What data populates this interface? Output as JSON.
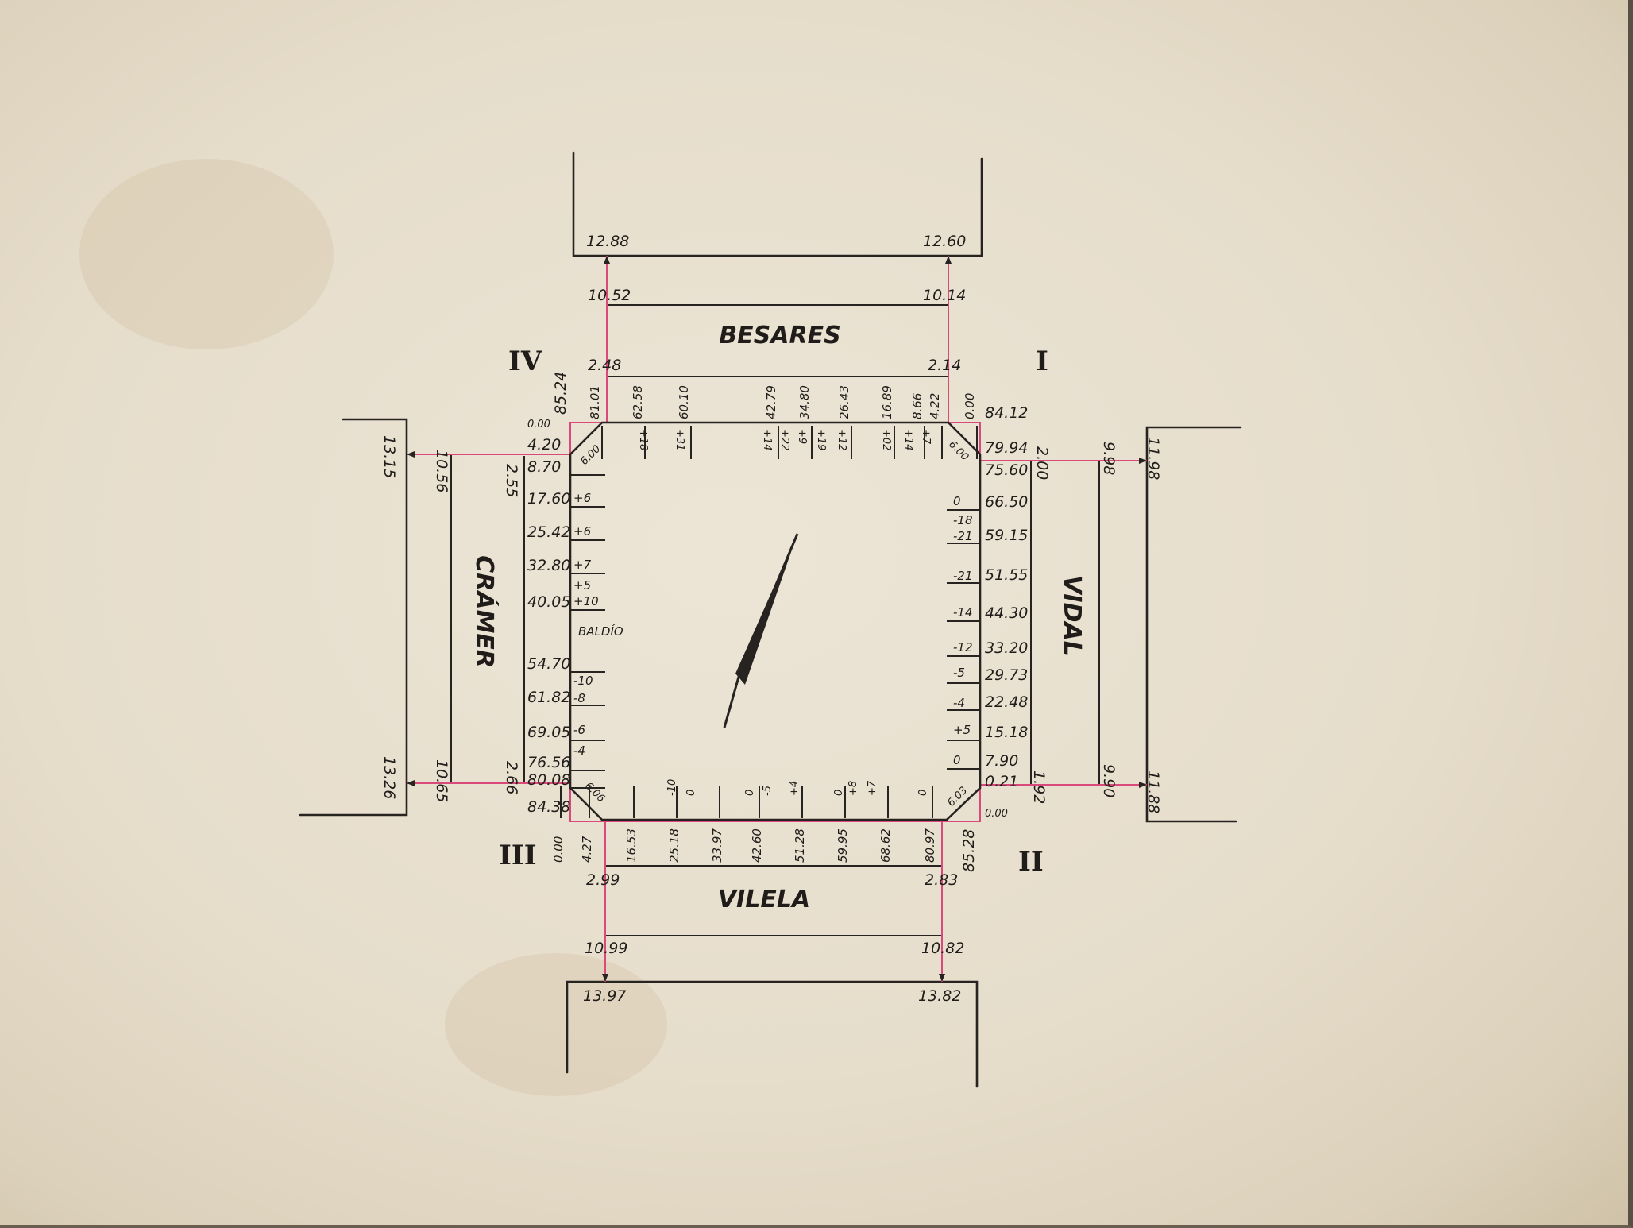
{
  "streets": {
    "top": "BESARES",
    "bottom": "VILELA",
    "left": "CRÁMER",
    "right": "VIDAL"
  },
  "quadrants": {
    "i": "I",
    "ii": "II",
    "iii": "III",
    "iv": "IV"
  },
  "lot_note": "BALDÍO",
  "corners": {
    "tl": "85.24",
    "tr": "84.12",
    "bl": "84.38",
    "br": "85.28"
  },
  "top": {
    "left": [
      "12.88",
      "10.52",
      "2.48"
    ],
    "right": [
      "12.60",
      "10.14",
      "2.14"
    ],
    "measures": [
      "81.01",
      "62.58",
      "60.10",
      "42.79",
      "34.80",
      "26.43",
      "16.89",
      "8.66",
      "4.22",
      "0.00"
    ],
    "levels": [
      "+18",
      "+31",
      "+14",
      "+22",
      "+9",
      "+19",
      "+12",
      "+02",
      "+14",
      "+7"
    ]
  },
  "bottom": {
    "left": [
      "2.99",
      "10.99",
      "13.97"
    ],
    "right": [
      "2.83",
      "10.82",
      "13.82"
    ],
    "measures": [
      "0.00",
      "4.27",
      "16.53",
      "25.18",
      "33.97",
      "42.60",
      "51.28",
      "59.95",
      "68.62",
      "80.97"
    ],
    "levels": [
      "-10",
      "0",
      "0",
      "-5",
      "+4",
      "0",
      "+8",
      "+7",
      "0"
    ]
  },
  "left": {
    "outer": [
      "13.15",
      "13.26"
    ],
    "mid": [
      "10.56",
      "10.65"
    ],
    "inner": [
      "2.55",
      "2.66"
    ],
    "measures": [
      "0.00",
      "4.20",
      "8.70",
      "17.60",
      "25.42",
      "32.80",
      "40.05",
      "54.70",
      "61.82",
      "69.05",
      "76.56",
      "80.08"
    ],
    "levels": [
      "+6",
      "+6",
      "+7",
      "+5",
      "+10",
      "-10",
      "-8",
      "-6",
      "-4"
    ],
    "chamfer": [
      "6.00",
      "6.06"
    ]
  },
  "right": {
    "outer": [
      "11.98",
      "11.88"
    ],
    "mid": [
      "9.98",
      "9.90"
    ],
    "inner": [
      "2.00",
      "1.92"
    ],
    "measures": [
      "79.94",
      "75.60",
      "66.50",
      "59.15",
      "51.55",
      "44.30",
      "33.20",
      "29.73",
      "22.48",
      "15.18",
      "7.90",
      "0.21",
      "0.00"
    ],
    "levels": [
      "0",
      "-18",
      "-21",
      "-21",
      "-14",
      "-12",
      "-5",
      "-4",
      "+5",
      "0"
    ],
    "chamfer": [
      "6.00",
      "6.03"
    ]
  }
}
